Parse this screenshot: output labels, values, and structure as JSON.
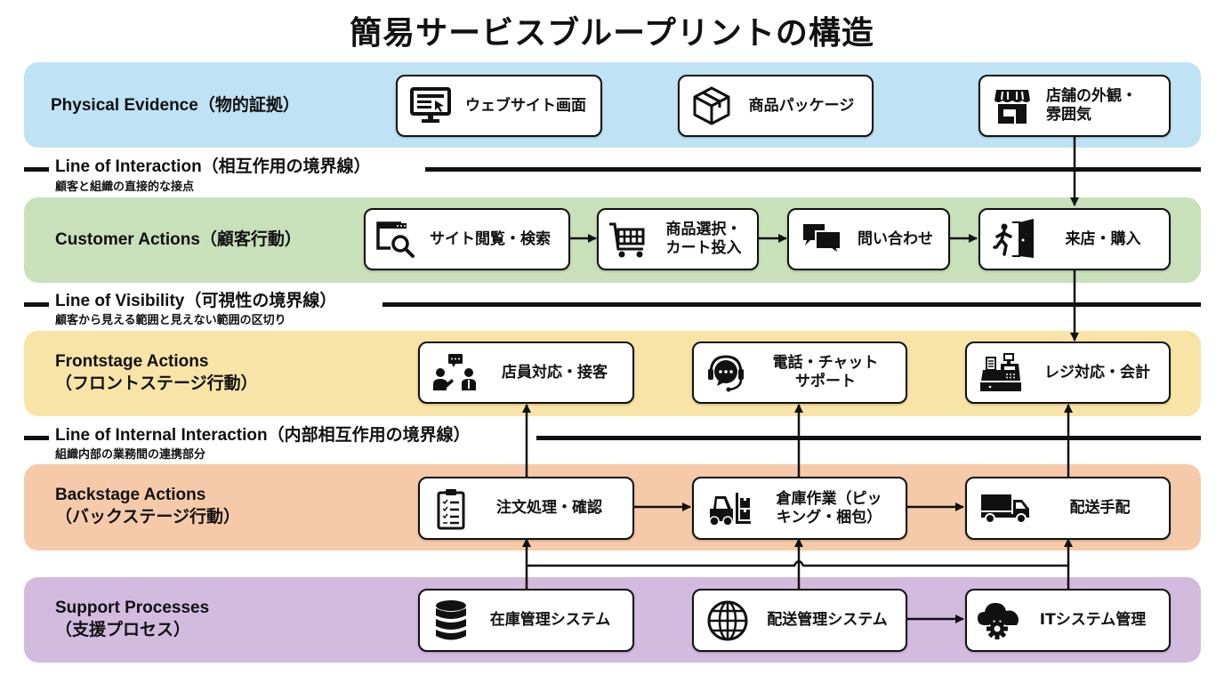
{
  "title": "簡易サービスブループリントの構造",
  "colors": {
    "physical": "#bfe3f4",
    "customer": "#c9e1bb",
    "frontstage": "#f8e4a6",
    "backstage": "#f6caa9",
    "support": "#d3bbe0",
    "line": "#111111"
  },
  "lanes": [
    {
      "id": "physical",
      "label": "Physical Evidence（物的証拠）"
    },
    {
      "id": "customer",
      "label": "Customer Actions（顧客行動）"
    },
    {
      "id": "frontstage",
      "label_line1": "Frontstage Actions",
      "label_line2": "（フロントステージ行動）"
    },
    {
      "id": "backstage",
      "label_line1": "Backstage Actions",
      "label_line2": "（バックステージ行動）"
    },
    {
      "id": "support",
      "label_line1": "Support Processes",
      "label_line2": "（支援プロセス）"
    }
  ],
  "separators": [
    {
      "title": "Line of Interaction（相互作用の境界線）",
      "subtitle": "顧客と組織の直接的な接点"
    },
    {
      "title": "Line of Visibility（可視性の境界線）",
      "subtitle": "顧客から見える範囲と見えない範囲の区切り"
    },
    {
      "title": "Line of Internal Interaction（内部相互作用の境界線）",
      "subtitle": "組織内部の業務間の連携部分"
    }
  ],
  "nodes": {
    "website": {
      "line1": "ウェブサイト画面",
      "icon": "monitor-icon"
    },
    "package": {
      "line1": "商品パッケージ",
      "icon": "box-icon"
    },
    "store": {
      "line1": "店舗の外観・",
      "line2": "雰囲気",
      "icon": "storefront-icon"
    },
    "browse": {
      "line1": "サイト閲覧・検索",
      "icon": "browser-search-icon"
    },
    "cart": {
      "line1": "商品選択・",
      "line2": "カート投入",
      "icon": "cart-icon"
    },
    "inquiry": {
      "line1": "問い合わせ",
      "icon": "chat-bubbles-icon"
    },
    "visit": {
      "line1": "来店・購入",
      "icon": "person-door-icon"
    },
    "staff": {
      "line1": "店員対応・接客",
      "icon": "staff-conversation-icon"
    },
    "support_call": {
      "line1": "電話・チャット",
      "line2": "サポート",
      "icon": "headset-icon"
    },
    "register": {
      "line1": "レジ対応・会計",
      "icon": "cash-register-icon"
    },
    "order": {
      "line1": "注文処理・確認",
      "icon": "clipboard-icon"
    },
    "warehouse": {
      "line1": "倉庫作業（ピッ",
      "line2": "キング・梱包）",
      "icon": "forklift-icon"
    },
    "shipping": {
      "line1": "配送手配",
      "icon": "truck-icon"
    },
    "inventory": {
      "line1": "在庫管理システム",
      "icon": "database-icon"
    },
    "delivery_sys": {
      "line1": "配送管理システム",
      "icon": "globe-icon"
    },
    "it": {
      "line1": "ITシステム管理",
      "icon": "cloud-gear-icon"
    }
  }
}
